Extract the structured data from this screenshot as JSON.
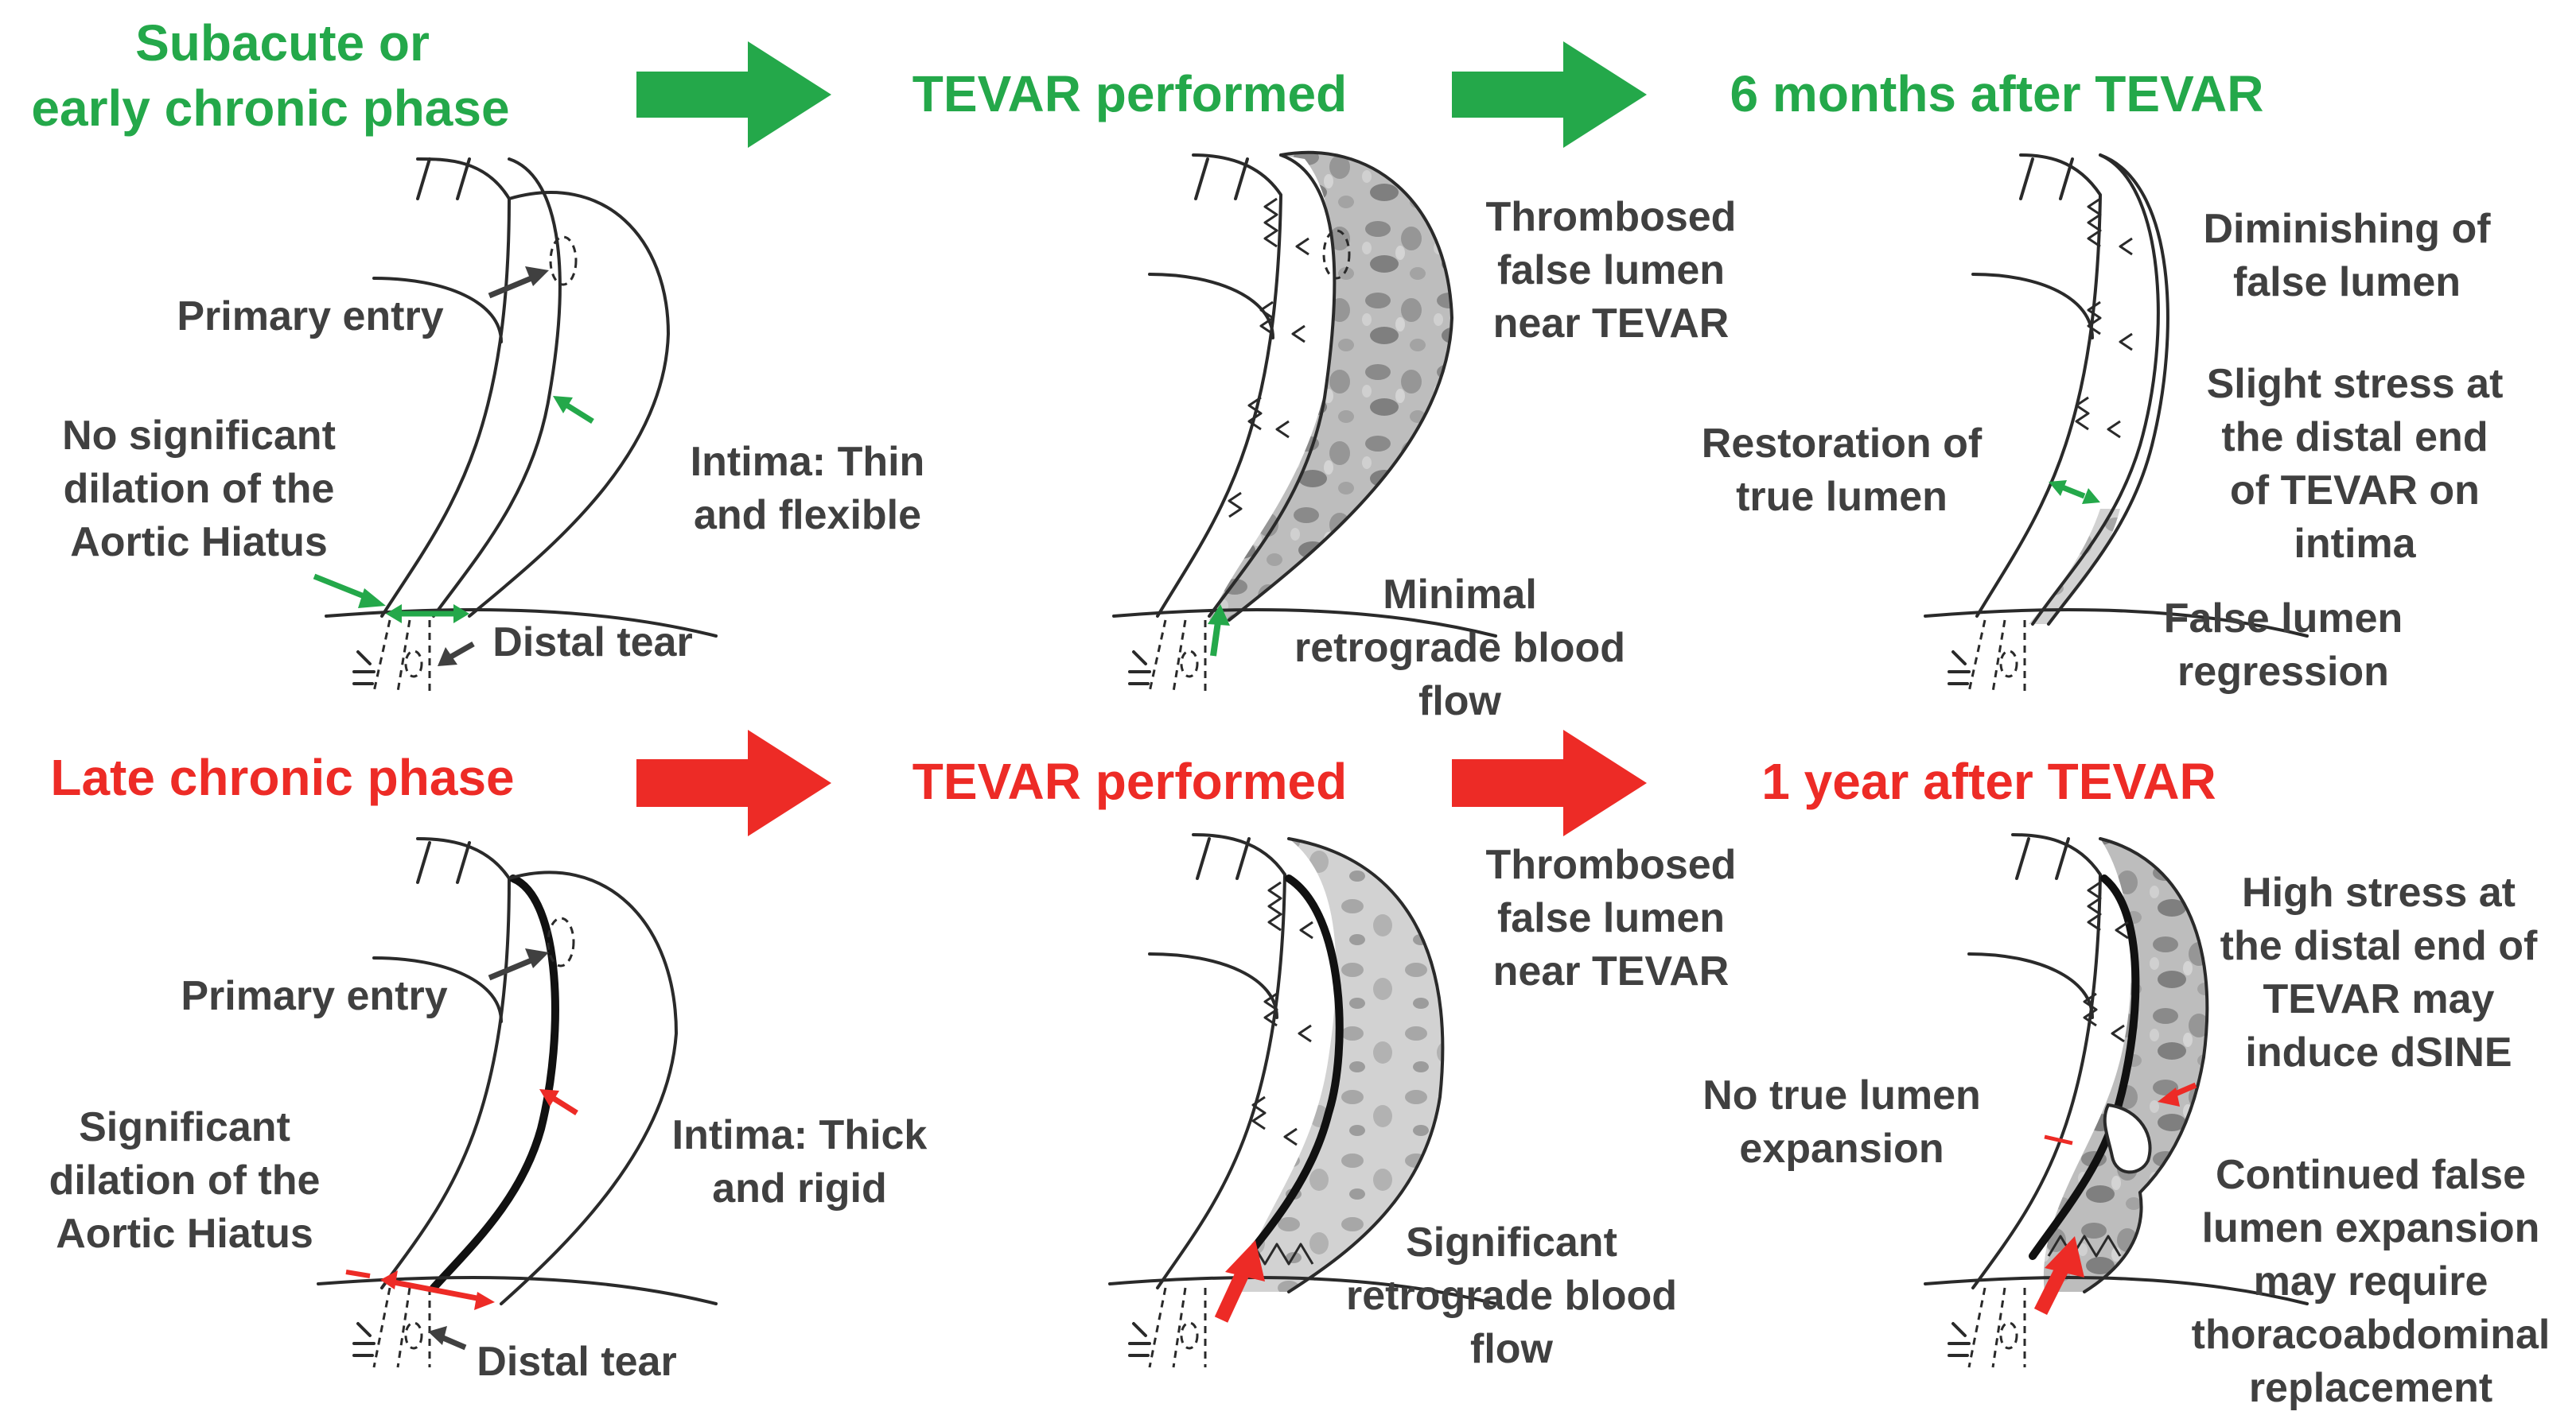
{
  "colors": {
    "green": "#24a84a",
    "red": "#ed2b26",
    "text": "#404040",
    "line": "#2a2a2a",
    "thrombus": "#bdbdbd"
  },
  "top_row": {
    "phase_title": [
      "Subacute or",
      "early chronic phase"
    ],
    "step2_title": "TEVAR performed",
    "step3_title": "6 months after TEVAR",
    "panel1": {
      "primary_entry": "Primary entry",
      "hiatus_note": [
        "No significant",
        "dilation of the",
        "Aortic Hiatus"
      ],
      "intima_note": [
        "Intima: Thin",
        "and flexible"
      ],
      "distal_tear": "Distal tear"
    },
    "panel2": {
      "thrombosed": [
        "Thrombosed",
        "false lumen",
        "near TEVAR"
      ],
      "retrograde": [
        "Minimal",
        "retrograde blood",
        "flow"
      ]
    },
    "panel3": {
      "diminishing": [
        "Diminishing of",
        "false lumen"
      ],
      "stress": [
        "Slight stress at",
        "the distal end",
        "of TEVAR on",
        "intima"
      ],
      "restoration": [
        "Restoration of",
        "true lumen"
      ],
      "regression": [
        "False lumen",
        "regression"
      ]
    }
  },
  "bottom_row": {
    "phase_title": "Late chronic phase",
    "step2_title": "TEVAR performed",
    "step3_title": "1 year after TEVAR",
    "panel1": {
      "primary_entry": "Primary entry",
      "hiatus_note": [
        "Significant",
        "dilation of the",
        "Aortic Hiatus"
      ],
      "intima_note": [
        "Intima: Thick",
        "and rigid"
      ],
      "distal_tear": "Distal tear"
    },
    "panel2": {
      "thrombosed": [
        "Thrombosed",
        "false lumen",
        "near TEVAR"
      ],
      "retrograde": [
        "Significant",
        "retrograde blood",
        "flow"
      ]
    },
    "panel3": {
      "stress": [
        "High stress at",
        "the distal end of",
        "TEVAR may",
        "induce dSINE"
      ],
      "no_expansion": [
        "No true lumen",
        "expansion"
      ],
      "continued": [
        "Continued false",
        "lumen expansion",
        "may require",
        "thoracoabdominal",
        "replacement"
      ]
    }
  }
}
